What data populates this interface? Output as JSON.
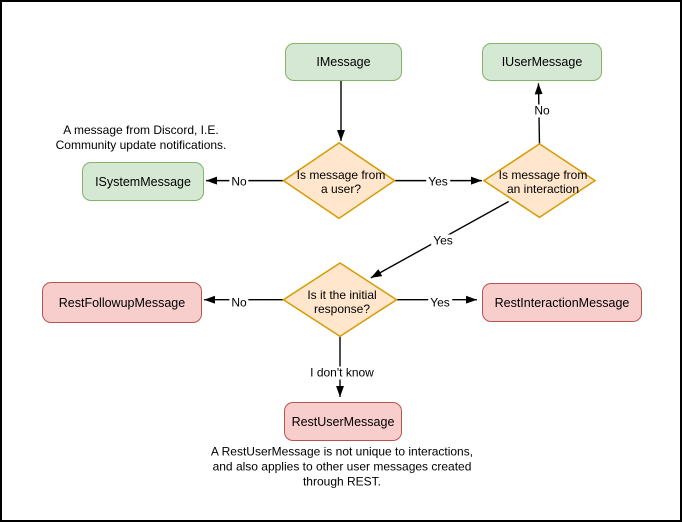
{
  "colors": {
    "green_fill": "#d5e8d4",
    "green_border": "#82b366",
    "orange_fill": "#ffe6cc",
    "orange_border": "#d79b00",
    "red_fill": "#f8cecc",
    "red_border": "#b85450",
    "edge": "#000000"
  },
  "nodes": {
    "imessage": "IMessage",
    "iusermessage": "IUserMessage",
    "isystemmessage": "ISystemMessage",
    "restfollowup": "RestFollowupMessage",
    "restinteraction": "RestInteractionMessage",
    "restuser": "RestUserMessage"
  },
  "decisions": {
    "from_user": "Is message from\na user?",
    "from_interaction": "Is message from\nan interaction",
    "initial_response": "Is it the initial\nresponse?"
  },
  "edge_labels": {
    "to_system_no": "No",
    "to_interaction_yes": "Yes",
    "to_usermessage_no": "No",
    "interaction_to_initial_yes": "Yes",
    "to_followup_no": "No",
    "to_restinteraction_yes": "Yes",
    "to_restuser_unknown": "I don't know"
  },
  "annotations": {
    "system_note": "A message from Discord, I.E.\nCommunity update notifications.",
    "restuser_note": "A RestUserMessage is not unique to interactions,\nand also applies to other user messages created\nthrough REST."
  }
}
